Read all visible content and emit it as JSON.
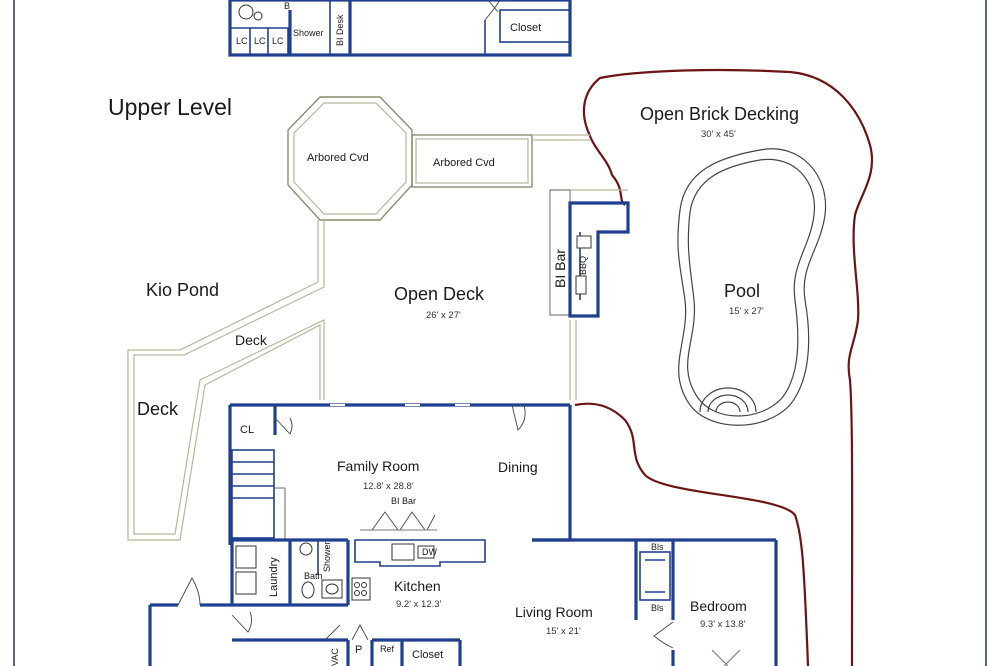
{
  "labels": {
    "upper_level": "Upper Level",
    "lc1": "LC",
    "lc2": "LC",
    "lc3": "LC",
    "shower_top": "Shower",
    "bi_desk": "BI Desk",
    "b_top": "B",
    "closet_top": "Closet",
    "open_brick_decking": "Open Brick Decking",
    "open_brick_decking_dim": "30' x 45'",
    "arbored_cvd_1": "Arbored Cvd",
    "arbored_cvd_2": "Arbored Cvd",
    "bi_bar_outdoor": "BI Bar",
    "bbq": "BBQ",
    "kio_pond": "Kio Pond",
    "open_deck": "Open Deck",
    "open_deck_dim": "26' x 27'",
    "pool": "Pool",
    "pool_dim": "15' x 27'",
    "deck_1": "Deck",
    "deck_2": "Deck",
    "cl": "CL",
    "family_room": "Family Room",
    "family_room_dim": "12.8' x 28.8'",
    "bi_bar_indoor": "BI Bar",
    "dining": "Dining",
    "dw": "DW",
    "laundry": "Laundry",
    "shower_bath": "Shower",
    "bath": "Bath",
    "kitchen": "Kitchen",
    "kitchen_dim": "9.2' x 12.3'",
    "living_room": "Living Room",
    "living_room_dim": "15' x 21'",
    "bls1": "Bls",
    "bls2": "Bls",
    "bedroom": "Bedroom",
    "bedroom_dim": "9.3' x 13.8'",
    "p": "P",
    "ref": "Ref",
    "closet_bottom": "Closet",
    "vac": "VAC"
  },
  "colors": {
    "wall": "#1f3f8f",
    "deck": "#8c8c6f",
    "brick_decking": "#6b1414",
    "frame": "#2a3f7a"
  }
}
